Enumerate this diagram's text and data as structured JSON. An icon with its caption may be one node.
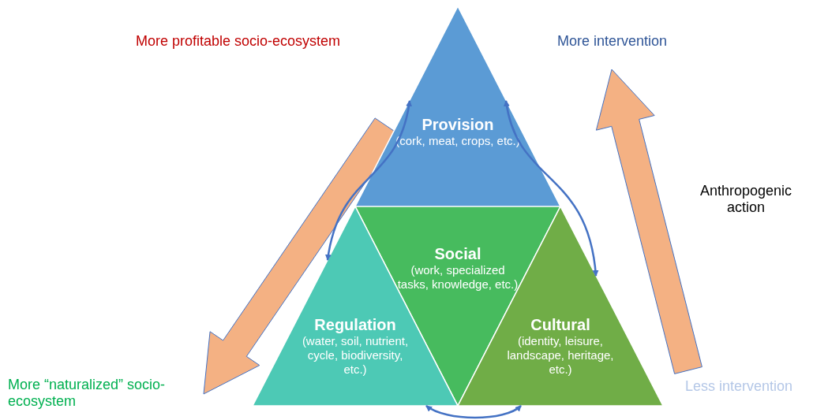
{
  "diagram": {
    "nodes": [
      {
        "text": [
          "Provision",
          "(cork, meat, crops, etc.)"
        ]
      },
      {
        "text": [
          "Social",
          "(work, specialized tasks, knowledge, etc.)"
        ]
      },
      {
        "text": [
          "Regulation",
          "(water, soil, nutrient, cycle, biodiversity, etc.)"
        ]
      },
      {
        "text": [
          "Cultural",
          "(identity, leisure, landscape, heritage, etc.)"
        ]
      }
    ],
    "edges": [
      {
        "from": 0,
        "to": 2,
        "arrow": "both"
      },
      {
        "from": 0,
        "to": 3,
        "arrow": "both"
      },
      {
        "from": 2,
        "to": 3,
        "arrow": "both"
      }
    ],
    "labels": [
      "More profitable socio-ecosystem",
      "More intervention",
      "Anthropogenic action",
      "More “naturalized” socio-ecosystem",
      "Less intervention"
    ]
  }
}
